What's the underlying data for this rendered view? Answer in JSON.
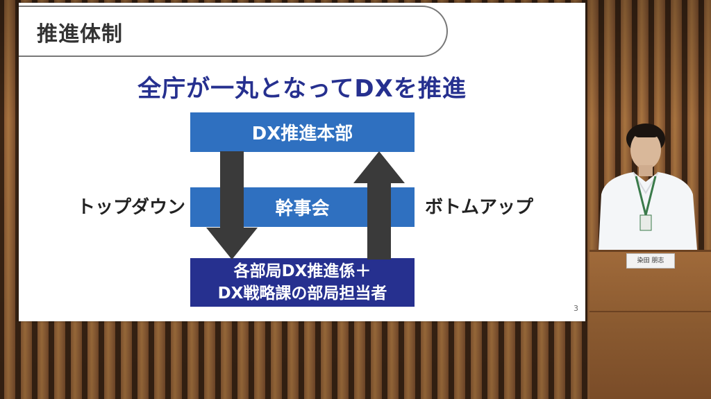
{
  "slide": {
    "title": "推進体制",
    "headline": "全庁が一丸となってDXを推進",
    "boxes": {
      "hq": "DX推進本部",
      "exec": "幹事会",
      "dept_line1": "各部局DX推進係＋",
      "dept_line2": "DX戦略課の部局担当者"
    },
    "labels": {
      "left": "トップダウン",
      "right": "ボトムアップ"
    },
    "page_number": "3"
  },
  "presenter": {
    "nameplate": "染田 朋志"
  },
  "colors": {
    "navy": "#26308f",
    "blue": "#2f70c0",
    "arrow": "#3a3a3a"
  }
}
